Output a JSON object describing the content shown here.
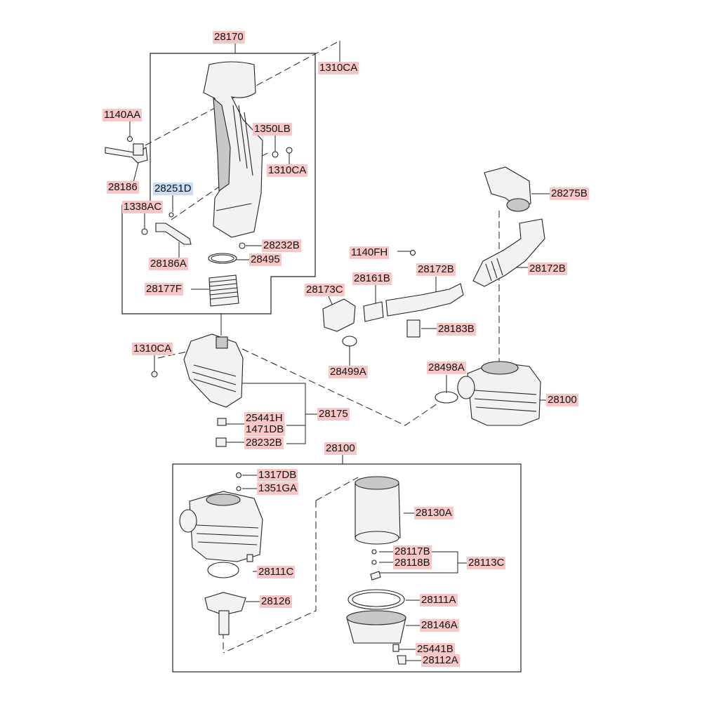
{
  "colors": {
    "label_bg": "#f7c6c6",
    "label_highlight_bg": "#c9dcf2",
    "line": "#222222",
    "part_fill": "#f2f2f2",
    "part_shade": "#c8c8c8"
  },
  "labels": {
    "p28170": "28170",
    "p1310CA_top": "1310CA",
    "p1140AA": "1140AA",
    "p1350LB": "1350LB",
    "p1310CA_mid": "1310CA",
    "p28186": "28186",
    "p28251D": "28251D",
    "p1338AC": "1338AC",
    "p28232B_top": "28232B",
    "p28495": "28495",
    "p28186A": "28186A",
    "p28177F": "28177F",
    "p28275B": "28275B",
    "p1140FH": "1140FH",
    "p28172B_a": "28172B",
    "p28172B_b": "28172B",
    "p28173C": "28173C",
    "p28161B": "28161B",
    "p28183B": "28183B",
    "p28499A": "28499A",
    "p1310CA_low": "1310CA",
    "p28498A": "28498A",
    "p28100_right": "28100",
    "p25441H": "25441H",
    "p1471DB": "1471DB",
    "p28175": "28175",
    "p28232B_low": "28232B",
    "p28100_box": "28100",
    "p1317DB": "1317DB",
    "p1351GA": "1351GA",
    "p28130A": "28130A",
    "p28117B": "28117B",
    "p28118B": "28118B",
    "p28113C": "28113C",
    "p28111C": "28111C",
    "p28126": "28126",
    "p28111A": "28111A",
    "p28146A": "28146A",
    "p25441B": "25441B",
    "p28112A": "28112A"
  }
}
